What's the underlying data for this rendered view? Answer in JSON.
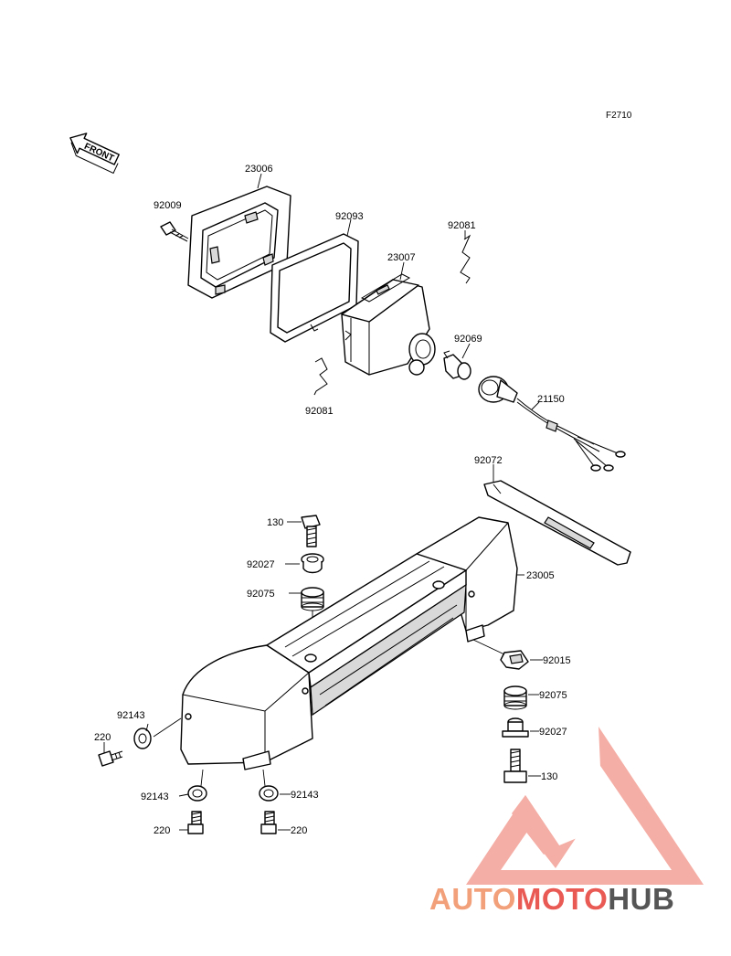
{
  "figure_ref": "F2710",
  "front_indicator": "FRONT",
  "parts": {
    "p23006": "23006",
    "p92009": "92009",
    "p92093": "92093",
    "p92081_top": "92081",
    "p23007": "23007",
    "p92081_bottom": "92081",
    "p92069": "92069",
    "p21150": "21150",
    "p92072": "92072",
    "p130_top": "130",
    "p92027_top": "92027",
    "p92075_top": "92075",
    "p23005": "23005",
    "p92015": "92015",
    "p92075_right": "92075",
    "p92027_right": "92027",
    "p130_right": "130",
    "p92143_left": "92143",
    "p220_left": "220",
    "p92143_bottom_left": "92143",
    "p92143_bottom_right": "92143",
    "p220_bottom_left": "220",
    "p220_bottom_right": "220"
  },
  "watermark": {
    "part1": "AUTO",
    "part2": "MOTO",
    "part3": "HUB",
    "colors": {
      "salmon": "#f2a07a",
      "red": "#ea5a55",
      "gray": "#555555",
      "triangle": "#f08c80"
    }
  }
}
